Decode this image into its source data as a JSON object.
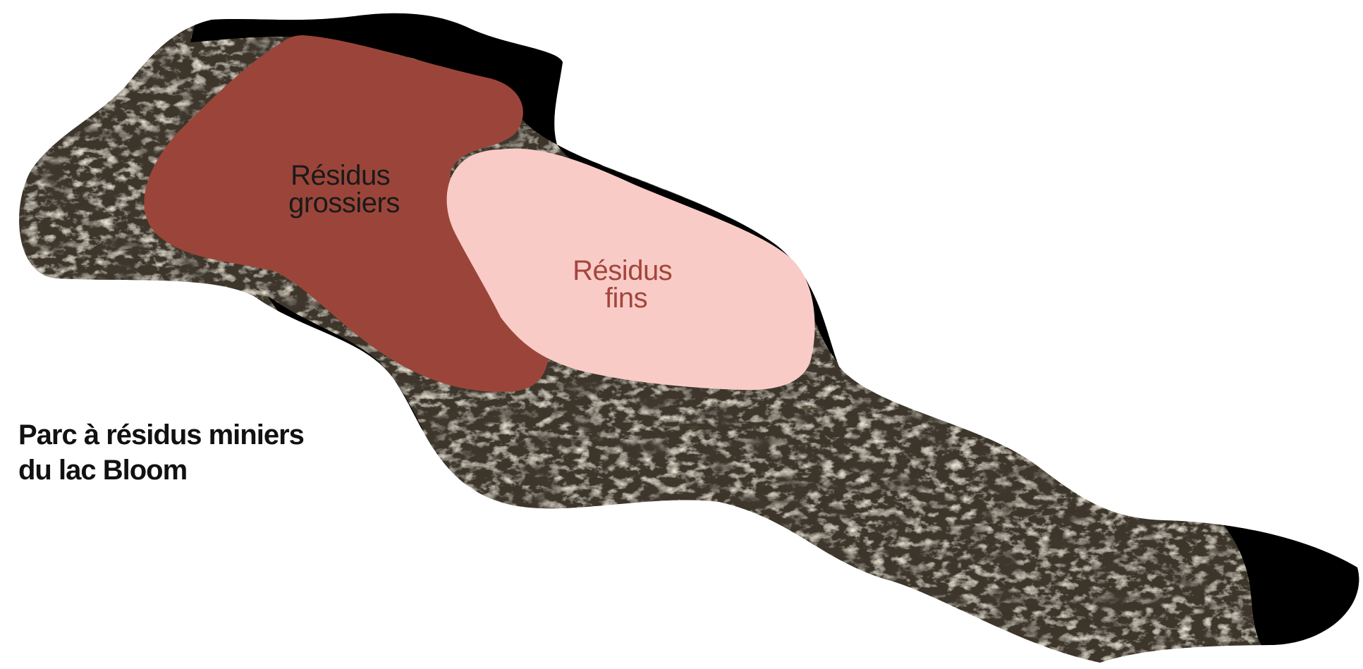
{
  "title": {
    "line1": "Parc à résidus miniers",
    "line2": "du lac Bloom"
  },
  "zones": {
    "coarse": {
      "line1": "Résidus",
      "line2": "grossiers",
      "fill": "#9b453a",
      "text_color": "#1a1a1a"
    },
    "fine": {
      "line1": "Résidus",
      "line2": "fins",
      "fill": "#f9cbc7",
      "text_color": "#a3463c"
    }
  },
  "colors": {
    "background": "#ffffff",
    "outline": "#000000",
    "rock_base": "#3c352c"
  },
  "background_texture": "rock-photo"
}
